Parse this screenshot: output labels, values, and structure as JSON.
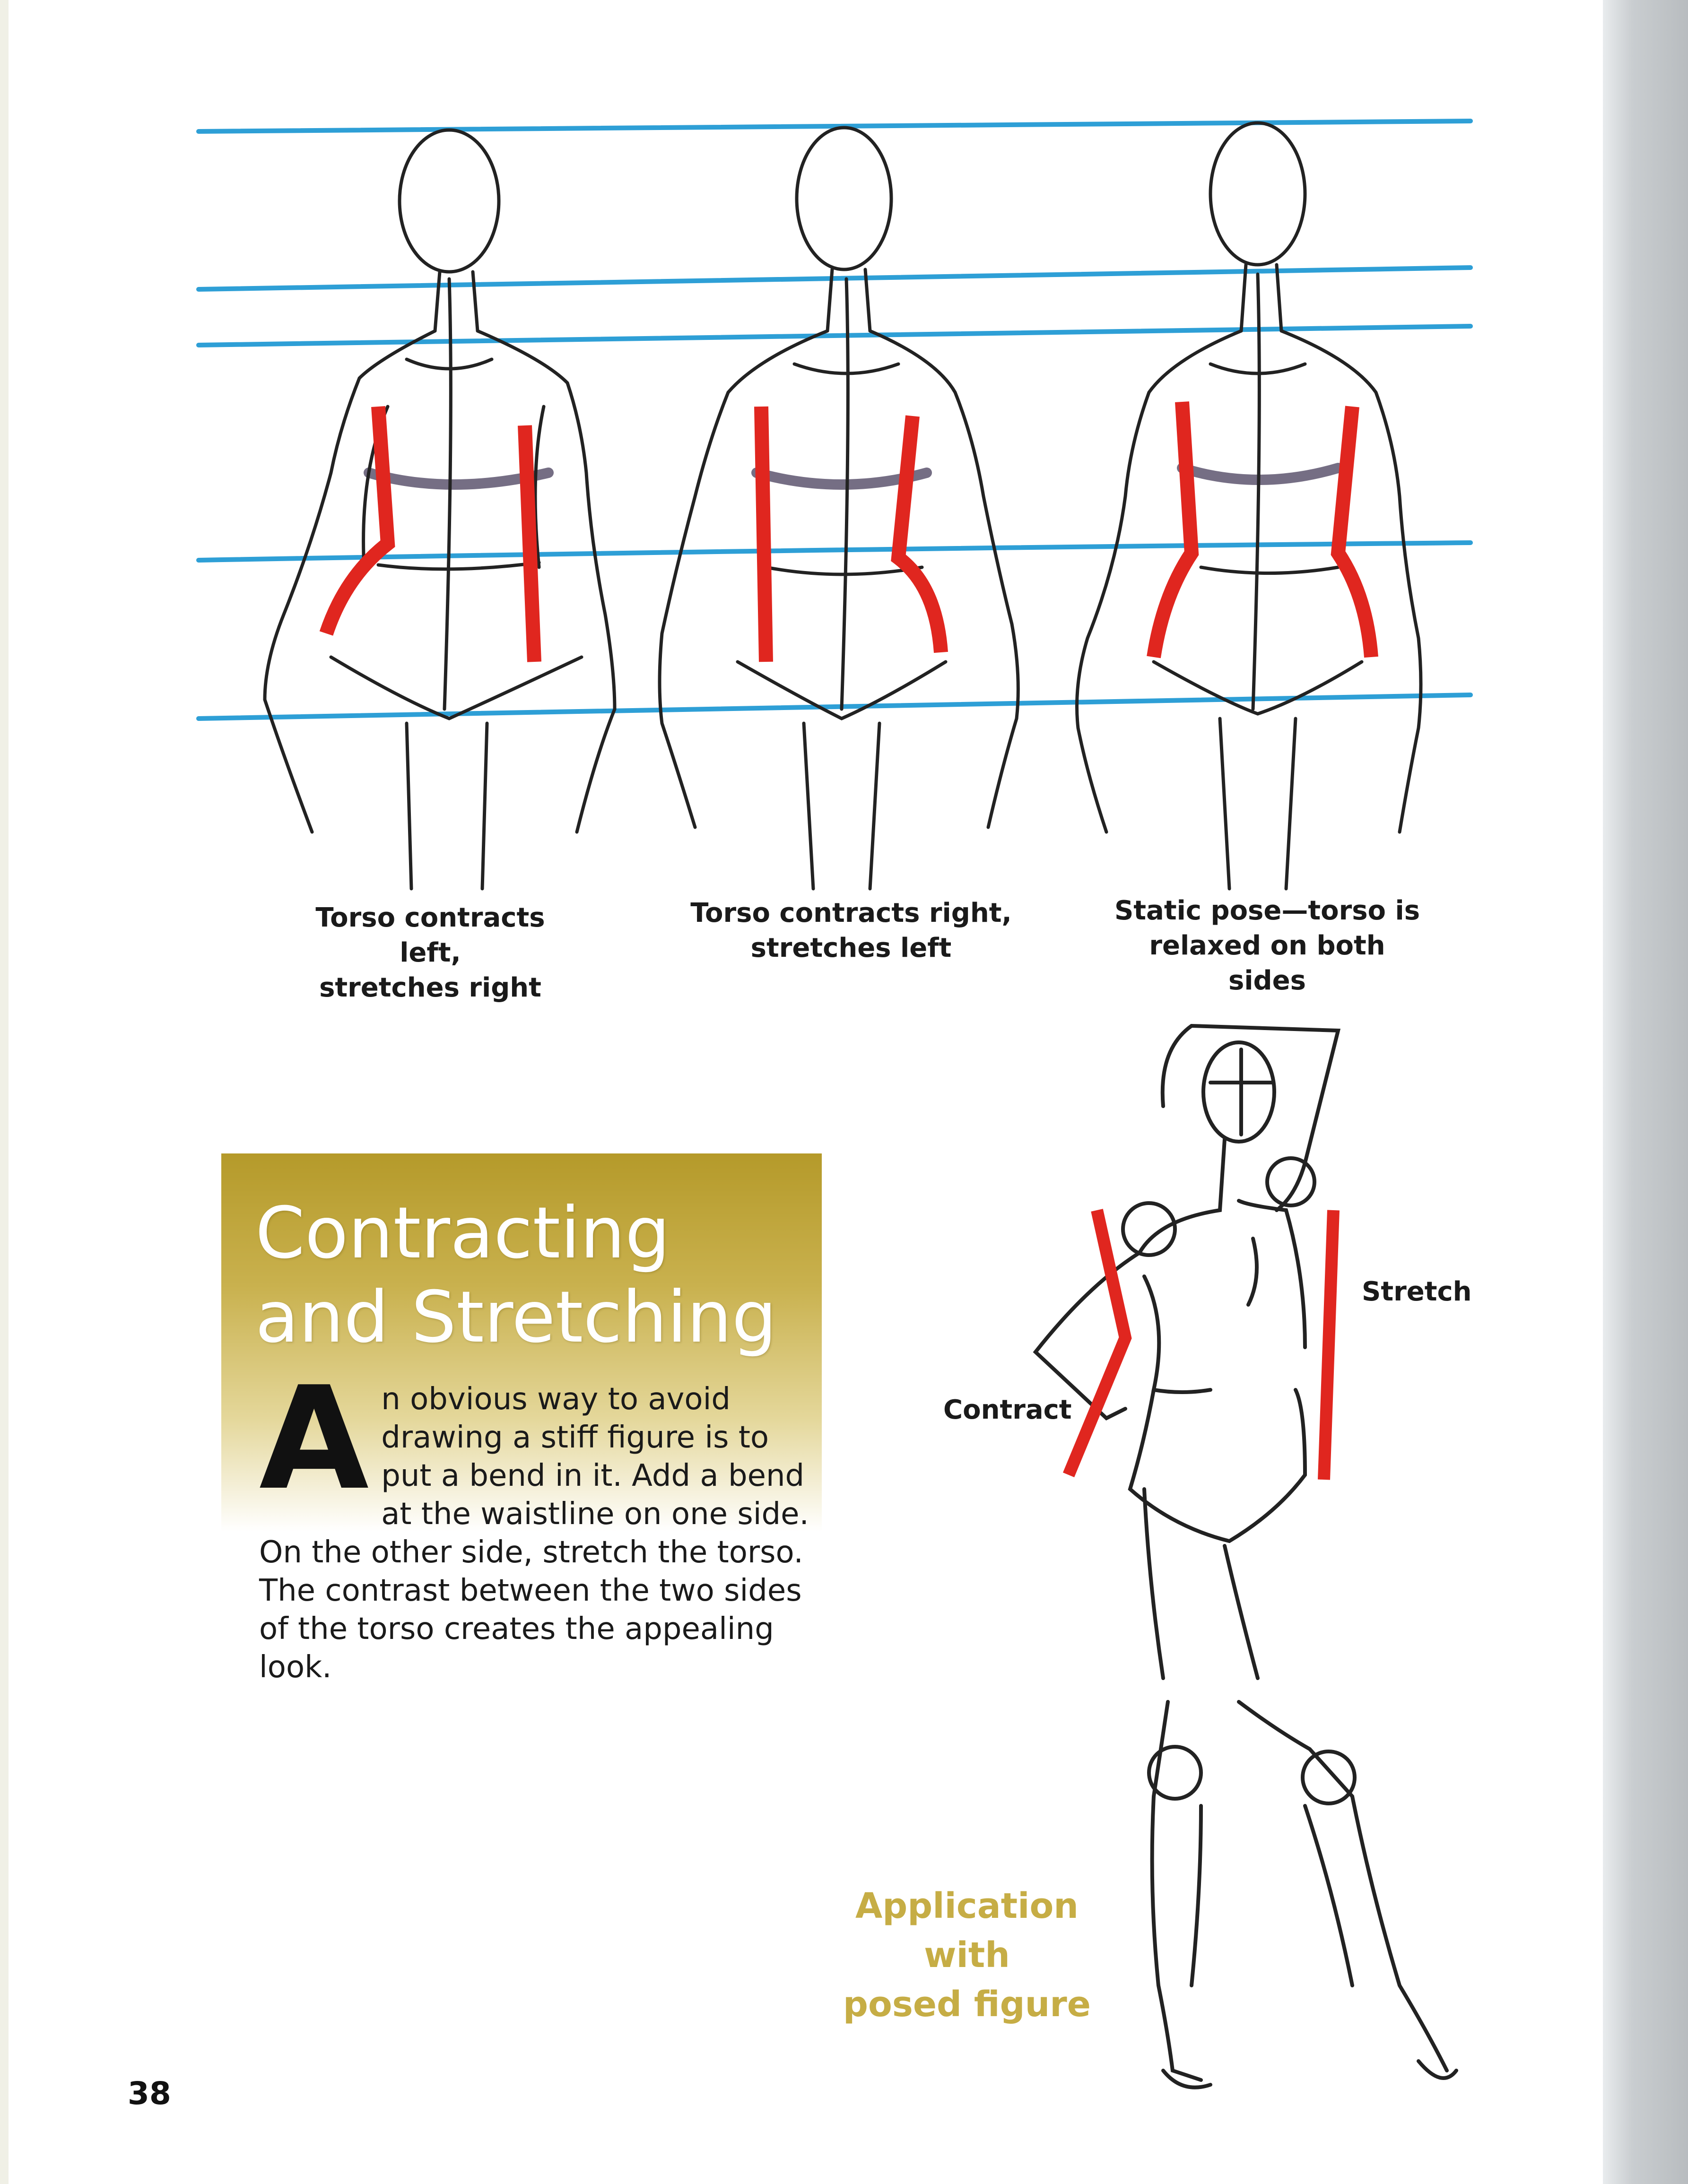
{
  "figures": {
    "captions": [
      "Torso contracts left,\nstretches right",
      "Torso contracts right,\nstretches left",
      "Static pose—torso is\nrelaxed on both sides"
    ]
  },
  "posed_figure": {
    "label_stretch": "Stretch",
    "label_contract": "Contract",
    "caption_line1": "Application with",
    "caption_line2": "posed figure"
  },
  "article": {
    "title_line1": "Contracting",
    "title_line2": "and Stretching",
    "drop_cap": "A",
    "body": "n obvious way to avoid drawing a stiff figure is to put a bend in it. Add a bend at the waistline on one side. On the other side, stretch the torso. The contrast between the two sides of the torso creates the appealing look."
  },
  "page_number": "38",
  "colors": {
    "accent_gold": "#c6ad45",
    "highlight_red": "#e0261f",
    "guide_blue": "#2e9fd6"
  }
}
